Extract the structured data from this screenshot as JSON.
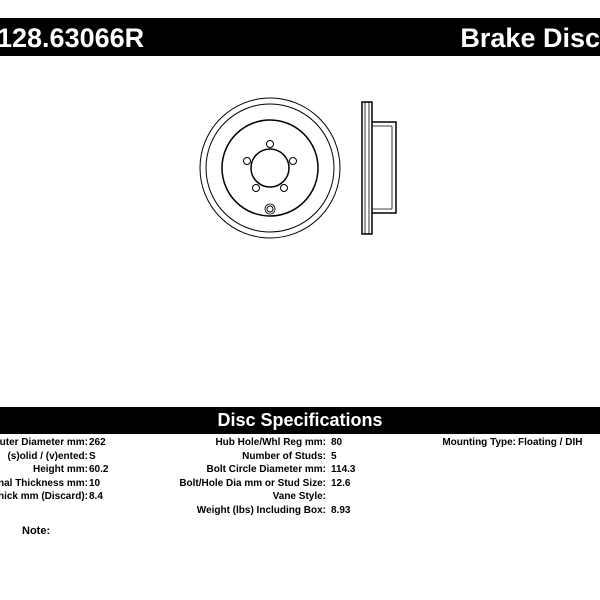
{
  "header": {
    "part_number": "128.63066R",
    "title": "Brake Disc"
  },
  "specs_title": "Disc Specifications",
  "specs": {
    "column1": [
      {
        "label": "Outer Diameter mm:",
        "value": "262"
      },
      {
        "label": "(s)olid / (v)ented:",
        "value": "S"
      },
      {
        "label": "Height mm:",
        "value": "60.2"
      },
      {
        "label": "Nominal Thickness mm:",
        "value": "10"
      },
      {
        "label": "Min Thick mm (Discard):",
        "value": "8.4"
      }
    ],
    "column2": [
      {
        "label": "Hub Hole/Whl Reg mm:",
        "value": "80"
      },
      {
        "label": "Number of Studs:",
        "value": "5"
      },
      {
        "label": "Bolt Circle Diameter mm:",
        "value": "114.3"
      },
      {
        "label": "Bolt/Hole Dia mm or Stud Size:",
        "value": "12.6"
      },
      {
        "label": "Vane Style:",
        "value": ""
      },
      {
        "label": "Weight (lbs) Including Box:",
        "value": "8.93"
      }
    ],
    "column3": [
      {
        "label": "Mounting Type:",
        "value": "Floating / DIH"
      }
    ]
  },
  "note_label": "Note:",
  "drawing": {
    "front_view": "disc-front-view",
    "side_view": "disc-side-view"
  }
}
